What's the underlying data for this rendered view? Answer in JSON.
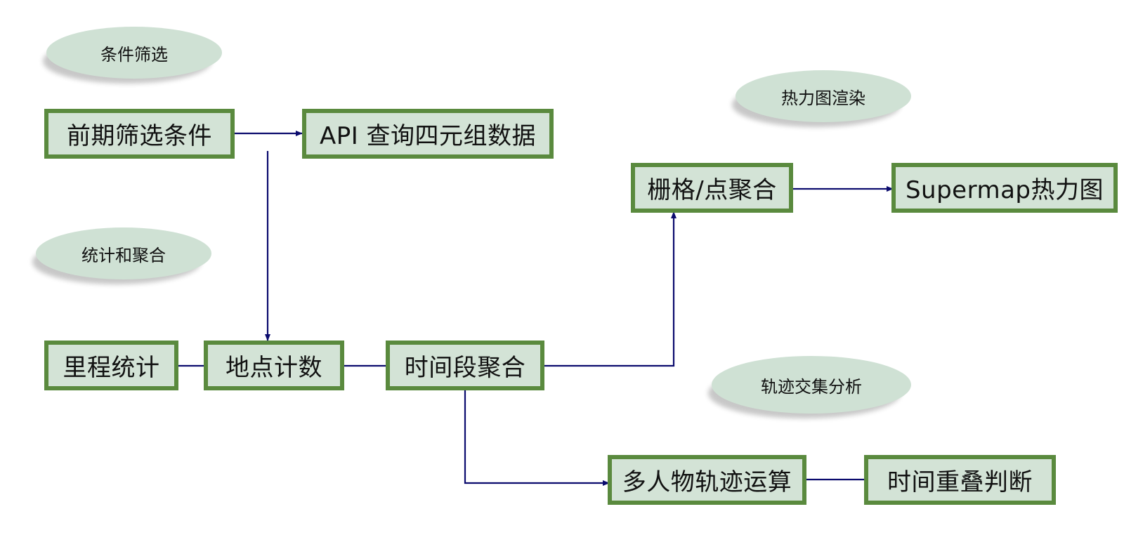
{
  "colors": {
    "box_fill": "#d3e3d6",
    "box_border": "#5a8a3e",
    "oval_fill": "#cfe1d4",
    "connector": "#0b0b6e",
    "text": "#111111",
    "background": "#ffffff"
  },
  "groups": {
    "filter": "条件筛选",
    "stats": "统计和聚合",
    "heatmap": "热力图渲染",
    "trajectory": "轨迹交集分析"
  },
  "nodes": {
    "pre_filter": "前期筛选条件",
    "api_query": "API 查询四元组数据",
    "mileage": "里程统计",
    "location_count": "地点计数",
    "time_agg": "时间段聚合",
    "grid_agg": "栅格/点聚合",
    "supermap": "Supermap热力图",
    "multi_traj": "多人物轨迹运算",
    "overlap": "时间重叠判断"
  }
}
